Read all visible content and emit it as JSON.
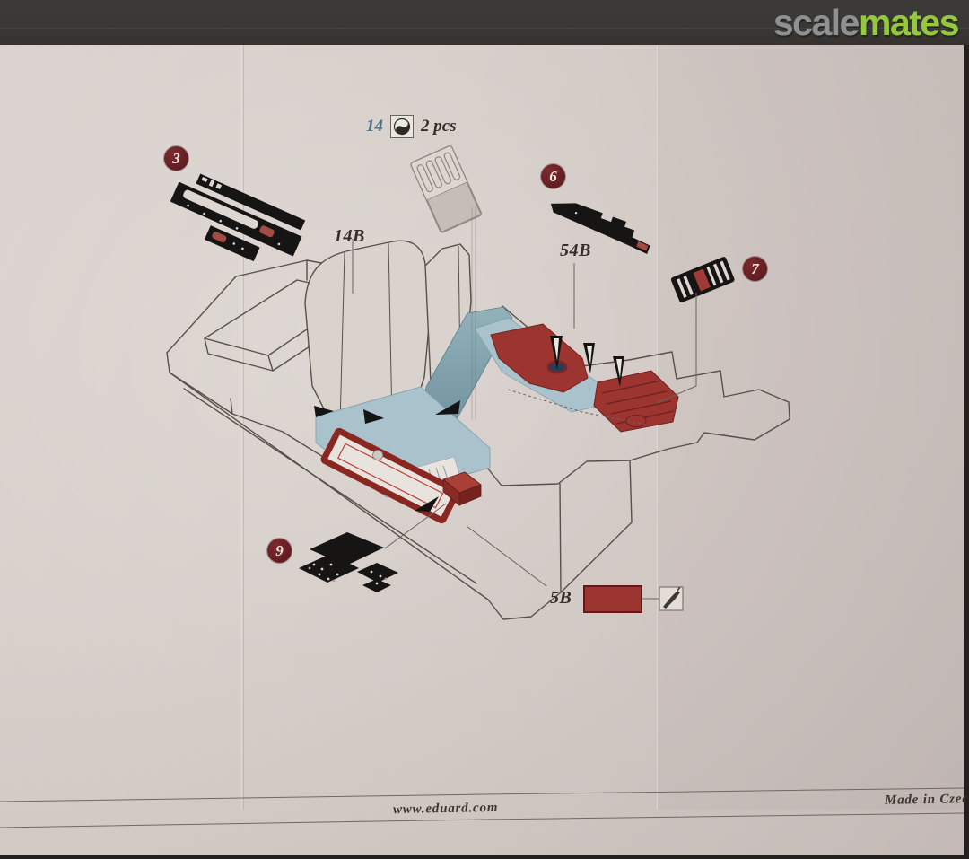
{
  "watermark": {
    "scale_text": "scale",
    "mates_text": "mates"
  },
  "callout": {
    "part_number": "14",
    "quantity": "2 pcs",
    "symbol_icon": "curl-part-symbol"
  },
  "part_labels": {
    "seat_back": "14B",
    "floor_console": "54B",
    "side_plate": "5B"
  },
  "step_badges": {
    "step3": "3",
    "step6": "6",
    "step7": "7",
    "step9": "9"
  },
  "footer": {
    "website": "www.eduard.com",
    "origin": "Made in Czec"
  },
  "icons": {
    "curl_symbol": "curl-part-symbol-icon",
    "glue_brush": "glue-brush-icon"
  },
  "colors": {
    "scalemates_green": "#94c83d",
    "scalemates_gray": "#8f9092",
    "badge_maroon": "#671f23",
    "part_red": "#9c3430",
    "bulkhead_teal": "#7e9ea9",
    "floor_blue": "#a9c2cb",
    "paper": "#d6cdc8",
    "drawing_line": "#57514b"
  }
}
